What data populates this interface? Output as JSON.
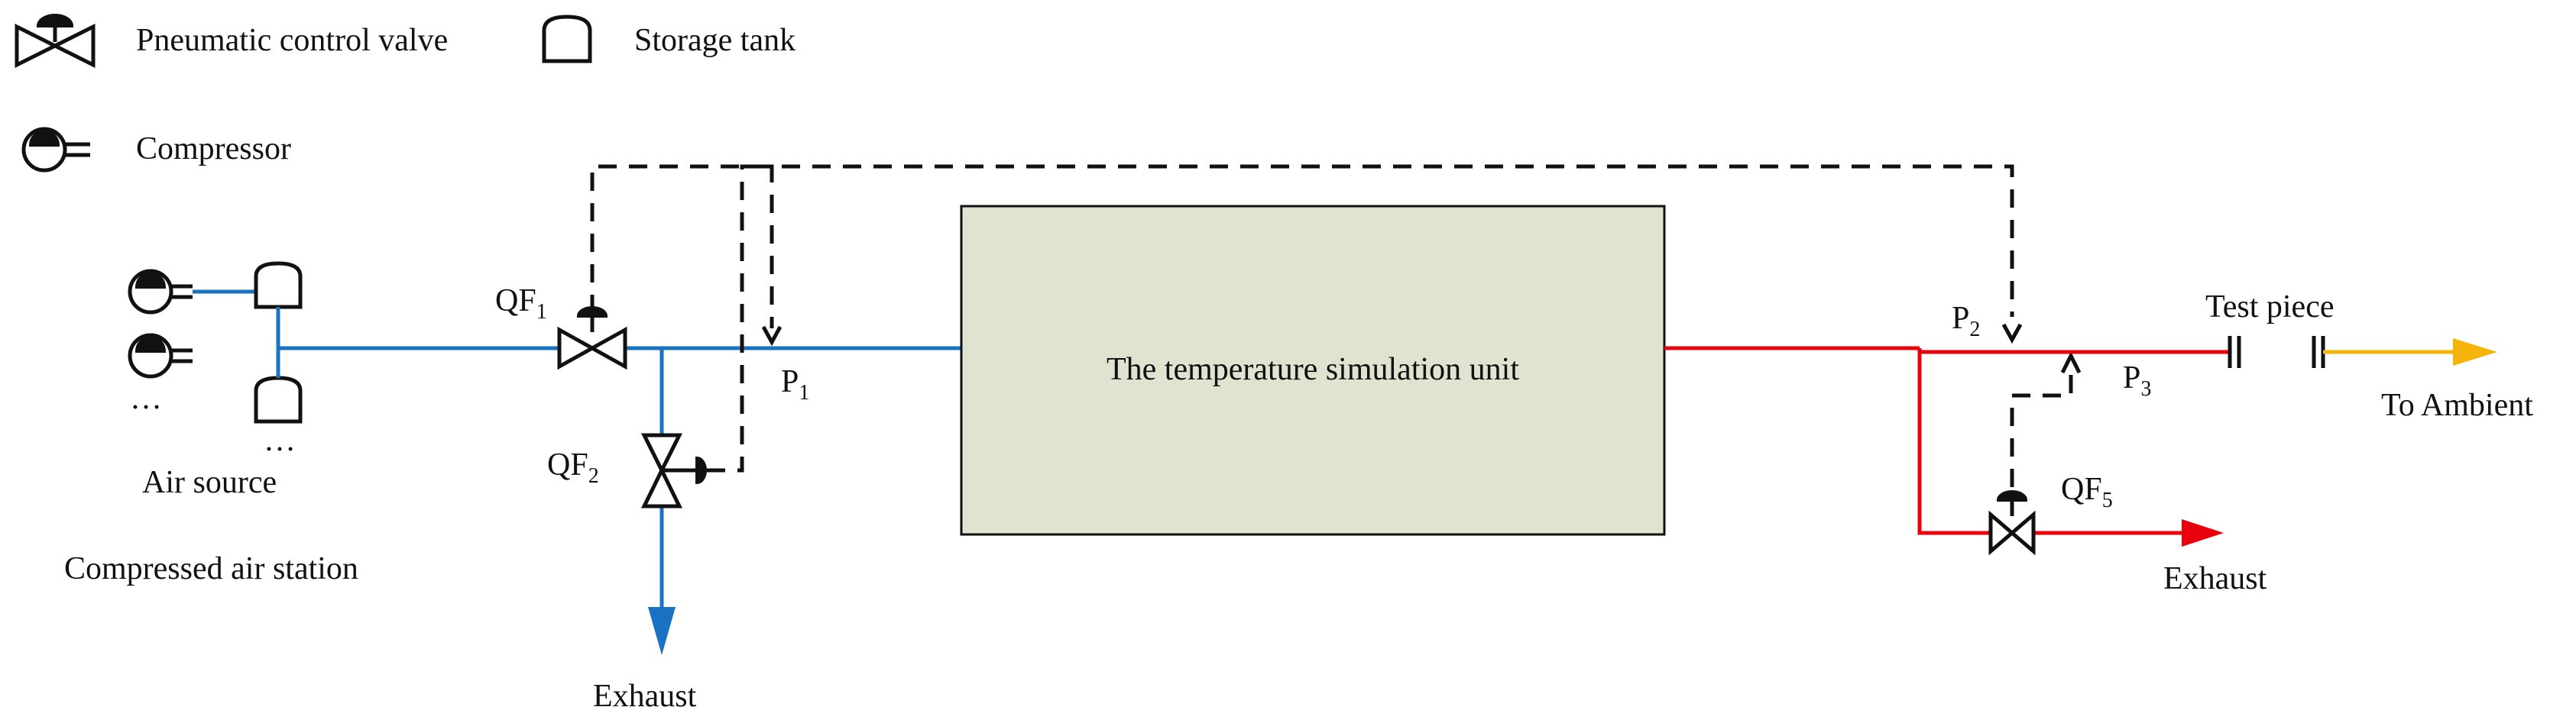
{
  "legend": {
    "valve_label": "Pneumatic control valve",
    "tank_label": "Storage tank",
    "compressor_label": "Compressor"
  },
  "air_station": {
    "ellipsis_left": "…",
    "ellipsis_right": "…",
    "source_label": "Air source",
    "station_label": "Compressed air station"
  },
  "valves": {
    "qf1": {
      "base": "QF",
      "sub": "1"
    },
    "qf2": {
      "base": "QF",
      "sub": "2"
    },
    "qf5": {
      "base": "QF",
      "sub": "5"
    }
  },
  "points": {
    "p1": {
      "base": "P",
      "sub": "1"
    },
    "p2": {
      "base": "P",
      "sub": "2"
    },
    "p3": {
      "base": "P",
      "sub": "3"
    }
  },
  "unit": {
    "label": "The temperature simulation unit"
  },
  "outputs": {
    "exhaust_left": "Exhaust",
    "exhaust_right": "Exhaust",
    "test_piece": "Test piece",
    "to_ambient": "To Ambient"
  },
  "colors": {
    "cold_line": "#1a73c2",
    "hot_line": "#e8000b",
    "ambient_line": "#f6b40a",
    "signal_line": "#111111",
    "unit_fill": "#dfe3cf"
  }
}
